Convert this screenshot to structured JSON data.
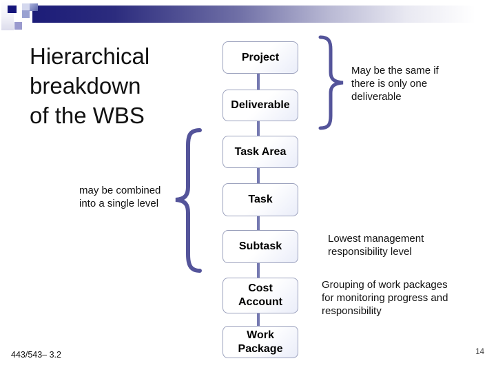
{
  "slide": {
    "title_lines": [
      "Hierarchical",
      "breakdown",
      "of the WBS"
    ],
    "footer": "443/543– 3.2",
    "page_number": "14"
  },
  "diagram": {
    "boxes": [
      {
        "label": "Project"
      },
      {
        "label": "Deliverable"
      },
      {
        "label": "Task Area"
      },
      {
        "label": "Task"
      },
      {
        "label": "Subtask"
      },
      {
        "label": "Cost\nAccount"
      },
      {
        "label": "Work\nPackage"
      }
    ],
    "notes": {
      "same_if": {
        "lines": [
          "May be the same if",
          "there is only one",
          "deliverable"
        ]
      },
      "combined": {
        "lines": [
          "may be combined",
          "into a single level"
        ]
      },
      "lowest": {
        "lines": [
          "Lowest management",
          "responsibility level"
        ]
      },
      "grouping": {
        "lines": [
          "Grouping of work packages",
          "for monitoring progress and",
          "responsibility"
        ]
      }
    }
  },
  "colors": {
    "header_navy": "#1c1c78",
    "accent_periwinkle": "#54549a",
    "connector_line": "#7579b1",
    "box_border": "#9aa0bc",
    "box_shadow": "#9597d6",
    "body_text": "#111111",
    "page_number_text": "#444444"
  }
}
